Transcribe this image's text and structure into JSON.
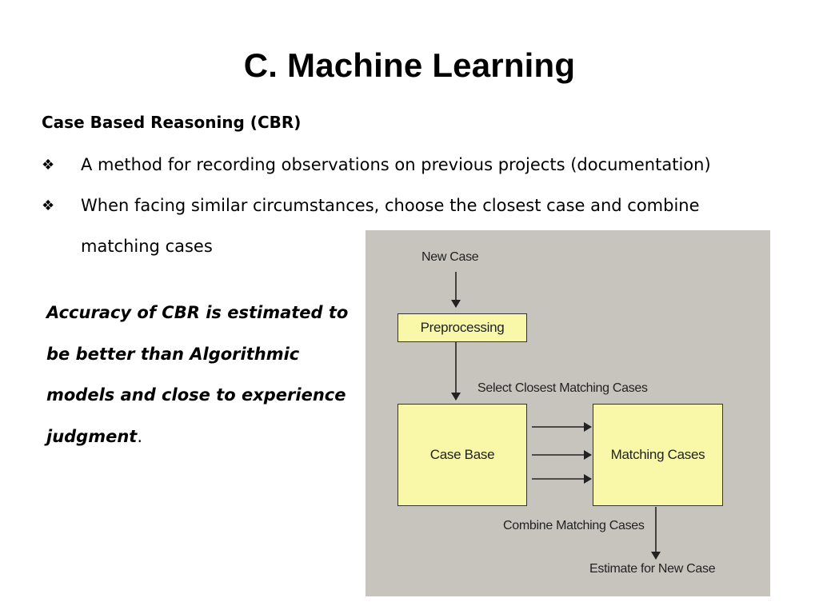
{
  "slide": {
    "title": "C. Machine Learning",
    "subtitle": "Case Based Reasoning (CBR)",
    "bullets": [
      {
        "icon": "diamond-cluster-bullet-icon",
        "glyph": "❖",
        "text": "A method for recording observations on previous projects (documentation)"
      },
      {
        "icon": "diamond-cluster-bullet-icon",
        "glyph": "❖",
        "text": "When facing similar circumstances, choose the closest case and combine",
        "continuation": "matching cases"
      }
    ],
    "accuracy": {
      "lines": [
        "Accuracy of CBR is estimated to",
        "be better than Algorithmic",
        "models and close to experience",
        "judgment"
      ],
      "period": "."
    }
  },
  "diagram": {
    "new_case": "New Case",
    "preprocessing": "Preprocessing",
    "select_label": "Select Closest Matching Cases",
    "case_base": "Case Base",
    "matching_cases": "Matching Cases",
    "combine_label": "Combine Matching Cases",
    "estimate_label": "Estimate for New Case",
    "colors": {
      "background": "#c6c4bd",
      "box_fill": "#f8f8a8",
      "stroke": "#222222"
    }
  }
}
